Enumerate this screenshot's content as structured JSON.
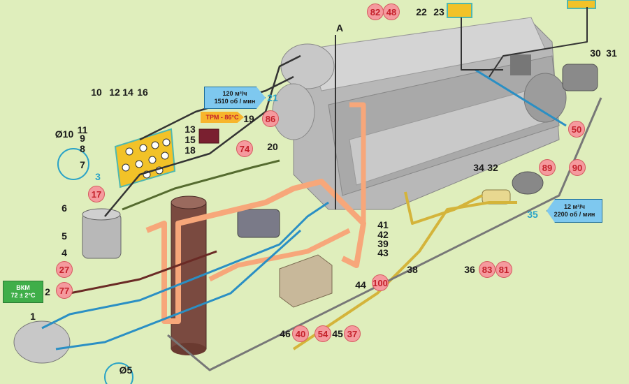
{
  "labels": {
    "n1": "1",
    "n2": "2",
    "n3": "3",
    "n4": "4",
    "n5": "5",
    "n6": "6",
    "n7": "7",
    "n8": "8",
    "n9": "9",
    "n10": "10",
    "n11": "11",
    "n12": "12",
    "n13": "13",
    "n14": "14",
    "n15": "15",
    "n16": "16",
    "n18": "18",
    "n19": "19",
    "n20": "20",
    "n21": "21",
    "n22": "22",
    "n23": "23",
    "n30": "30",
    "n31": "31",
    "n32": "32",
    "n34": "34",
    "n35": "35",
    "n36": "36",
    "n38": "38",
    "n39": "39",
    "n41": "41",
    "n42": "42",
    "n43": "43",
    "n44": "44",
    "n45": "45",
    "n46": "46",
    "a": "A",
    "d10": "Ø10",
    "d5": "Ø5"
  },
  "sensors": {
    "s17": "17",
    "s27": "27",
    "s37": "37",
    "s40": "40",
    "s48": "48",
    "s50": "50",
    "s54": "54",
    "s74": "74",
    "s77": "77",
    "s81": "81",
    "s82": "82",
    "s83": "83",
    "s86": "86",
    "s89": "89",
    "s90": "90",
    "s100": "100"
  },
  "tags": {
    "pump_main": {
      "flow": "120  м³/ч",
      "speed": "1510 об / мин"
    },
    "trm": {
      "text": "ТРМ - 86°С"
    },
    "vkm": {
      "name": "ВКМ",
      "temp": "72 ± 2°С"
    },
    "pump_aux": {
      "flow": "12  м³/ч",
      "speed": "2200 об / мин"
    }
  },
  "colors": {
    "background": "#dfeebc",
    "hot_water": "#f7a77a",
    "cold_water": "#2a8fc4",
    "oil": "#d4b43a",
    "panel": "#f2c228"
  }
}
